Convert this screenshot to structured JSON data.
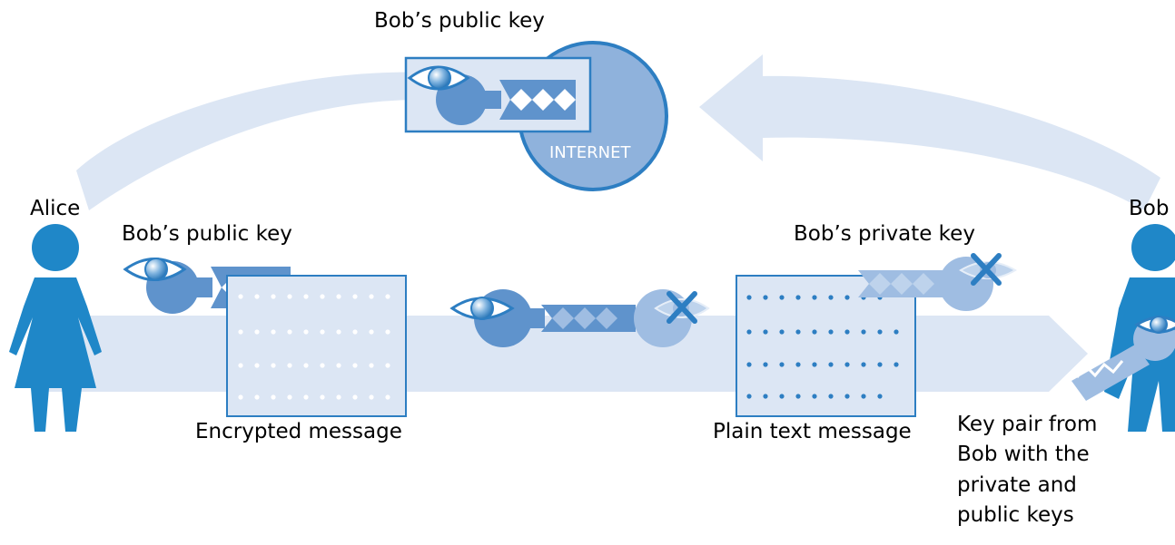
{
  "labels": {
    "alice": "Alice",
    "bob": "Bob",
    "bob_public_key_top": "Bob’s public key",
    "bob_public_key_left": "Bob’s public key",
    "bob_private_key": "Bob’s private key",
    "encrypted_message": "Encrypted message",
    "plain_text_message": "Plain text message",
    "key_pair": "Key pair from Bob with the private and public keys",
    "internet": "INTERNET"
  },
  "icons": {
    "person_left": "person-female-icon",
    "person_right": "person-male-icon",
    "globe": "internet-globe-icon",
    "public_key": "public-key-eye-icon",
    "private_key": "private-key-crossed-eye-icon"
  },
  "colors": {
    "arrow": "#dce6f4",
    "person": "#1f87c8",
    "key_dark": "#5f93cc",
    "key_light": "#9fbde2",
    "message_box": "#dce6f4",
    "message_border": "#2d7ec2",
    "globe_fill": "#8fb2dc",
    "globe_stroke": "#2d7ec2",
    "cross": "#2d7ec2",
    "text": "#000000"
  }
}
